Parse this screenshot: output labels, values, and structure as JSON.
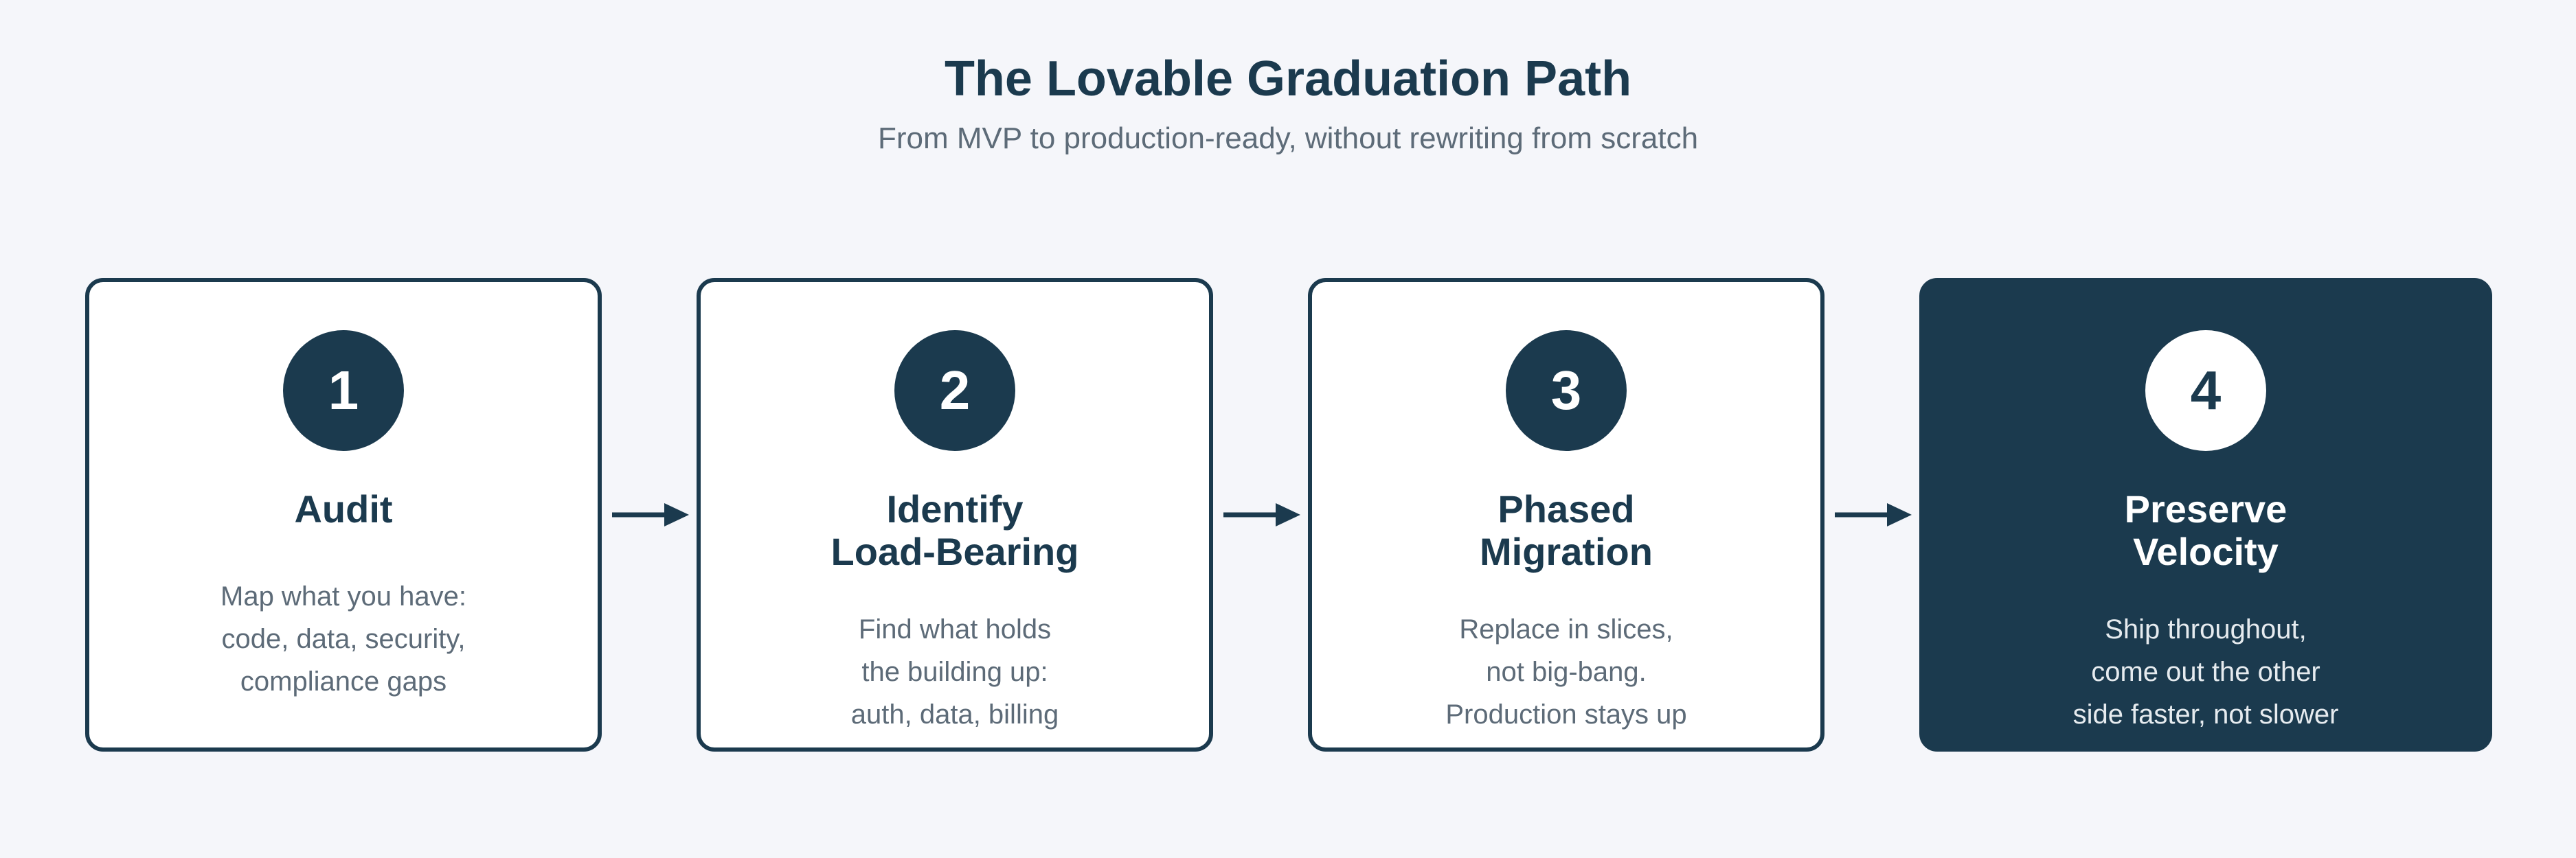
{
  "header": {
    "title": "The Lovable Graduation Path",
    "subtitle": "From MVP to production-ready, without rewriting from scratch"
  },
  "steps": [
    {
      "number": "1",
      "title": "Audit",
      "description": "Map what you have:\ncode, data, security,\ncompliance gaps"
    },
    {
      "number": "2",
      "title": "Identify\nLoad-Bearing",
      "description": "Find what holds\nthe building up:\nauth, data, billing"
    },
    {
      "number": "3",
      "title": "Phased\nMigration",
      "description": "Replace in slices,\nnot big-bang.\nProduction stays up"
    },
    {
      "number": "4",
      "title": "Preserve\nVelocity",
      "description": "Ship throughout,\ncome out the other\nside faster, not slower"
    }
  ],
  "colors": {
    "background": "#f5f6fa",
    "accent": "#1b3a4e",
    "muted_text": "#5d6b78",
    "card": "#ffffff"
  },
  "icons": {
    "connector": "arrow-right-icon"
  }
}
